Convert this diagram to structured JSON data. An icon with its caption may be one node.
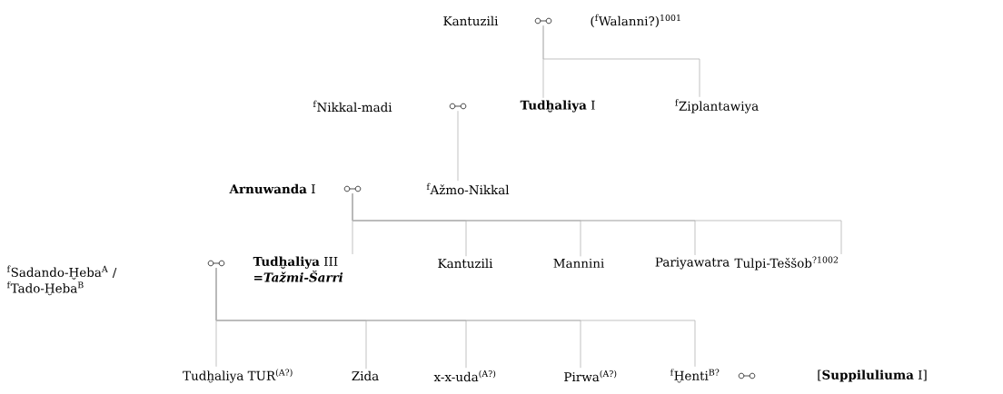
{
  "diagram": {
    "nodes": [
      {
        "text": [
          "Kantuzili"
        ]
      },
      {
        "text": [],
        "shape": "circle"
      },
      {
        "text": [
          "($^{f}$Walanni?)$^{1001}$"
        ]
      },
      {
        "text": [
          "$^{f}$Nikkal-madi"
        ]
      },
      {
        "text": [],
        "shape": "circle"
      },
      {
        "text": [
          "**Tudḫaliya** I"
        ]
      },
      {
        "text": [
          "$^{f}$Ziplantawiya"
        ]
      },
      {
        "text": [
          "**Arnuwanda** I"
        ]
      },
      {
        "text": [],
        "shape": "circle"
      },
      {
        "text": [
          "$^{f}$Ažmo-Nikkal"
        ]
      },
      {
        "text": [
          "$^{f}$Sadando-Ḫeba$^{A}$ / $^{f}$Tado-Ḫeba$^{B}$"
        ]
      },
      {
        "text": [],
        "shape": "circle"
      },
      {
        "text": [
          "**Tudḫaliya** III",
          "=Tažmi-Šarri"
        ]
      },
      {
        "text": [
          "Kantuzili"
        ]
      },
      {
        "text": [
          "Mannini"
        ]
      },
      {
        "text": [
          "Pariyawatra"
        ]
      },
      {
        "text": [
          "Tulpi-Teššob$^{?1002}$"
        ]
      },
      {
        "text": [
          "Tudḫaliya TUR$^{(A?)}$"
        ]
      },
      {
        "text": [
          "Zida"
        ]
      },
      {
        "text": [
          "x-x-uda$^{(A?)}$"
        ]
      },
      {
        "text": [
          "Pirwa$^{(A?)}$"
        ]
      },
      {
        "text": [
          "$^{f}$Ḫenti$^{B?}$"
        ]
      },
      {
        "text": [],
        "shape": "circle"
      },
      {
        "text": [
          "[**Suppiluliuma** I]"
        ]
      }
    ],
    "edges": [
      {
        "from": 1,
        "to": 5,
        "arrow": "none"
      },
      {
        "from": 1,
        "to": 6,
        "arrow": "none"
      },
      {
        "from": 4,
        "to": 9,
        "arrow": "none"
      },
      {
        "from": 8,
        "to": 12,
        "arrow": "none"
      },
      {
        "from": 8,
        "to": 13,
        "arrow": "none"
      },
      {
        "from": 8,
        "to": 14,
        "arrow": "none"
      },
      {
        "from": 8,
        "to": 15,
        "arrow": "none"
      },
      {
        "from": 8,
        "to": 16,
        "arrow": "none"
      },
      {
        "from": 11,
        "to": 17,
        "arrow": "none"
      },
      {
        "from": 11,
        "to": 18,
        "arrow": "none"
      },
      {
        "from": 11,
        "to": 19,
        "arrow": "none"
      },
      {
        "from": 11,
        "to": 20,
        "arrow": "none"
      },
      {
        "from": 11,
        "to": 21,
        "arrow": "none"
      }
    ]
  }
}
